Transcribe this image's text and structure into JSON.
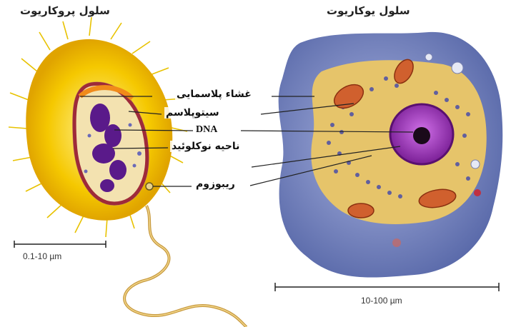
{
  "titles": {
    "prokaryote": "سلول پروکاریوت",
    "eukaryote": "سلول یوکاریوت"
  },
  "labels": {
    "plasma_membrane": "غشاء پلاسمایی",
    "cytoplasm": "سیتوپلاسم",
    "dna": "DNA",
    "nucleoid": "ناحیه نوکلوئید",
    "ribosome": "ریبوزوم"
  },
  "scale_bars": {
    "prokaryote": "0.1-10 µm",
    "eukaryote": "10-100 µm"
  },
  "colors": {
    "bacteria_outer": "#f5c800",
    "bacteria_wall": "#9e2a3a",
    "bacteria_cytoplasm": "#f3e2b0",
    "dna_purple": "#5a1a8a",
    "eukaryote_body": "#7f90c8",
    "eukaryote_cytoplasm": "#e6c46a",
    "nucleus": "#8a2fa8",
    "mitochondria": "#d0602e"
  }
}
